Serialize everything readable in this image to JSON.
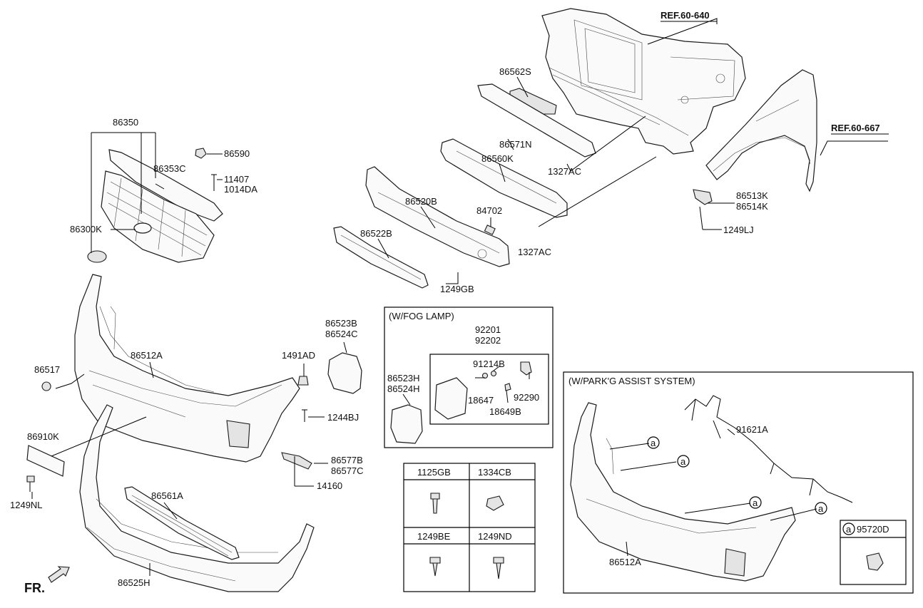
{
  "refs": {
    "radiator_support": "REF.60-640",
    "fender": "REF.60-667"
  },
  "labels": {
    "p86350": "86350",
    "p86353C": "86353C",
    "p86590": "86590",
    "p11407": "11407",
    "p1014DA": "1014DA",
    "p86300K": "86300K",
    "p86562S": "86562S",
    "p86571N": "86571N",
    "p86560K": "86560K",
    "p1327AC_a": "1327AC",
    "p1327AC_b": "1327AC",
    "p86520B": "86520B",
    "p84702": "84702",
    "p86522B": "86522B",
    "p1249GB": "1249GB",
    "p86513K": "86513K",
    "p86514K": "86514K",
    "p1249LJ": "1249LJ",
    "p86523B": "86523B",
    "p86524C": "86524C",
    "p1491AD": "1491AD",
    "p86517": "86517",
    "p86512A": "86512A",
    "p1244BJ": "1244BJ",
    "p86910K": "86910K",
    "p1249NL": "1249NL",
    "p86577B": "86577B",
    "p86577C": "86577C",
    "p14160": "14160",
    "p86561A": "86561A",
    "p86525H": "86525H",
    "front": "FR."
  },
  "fog_lamp": {
    "title": "(W/FOG LAMP)",
    "p92201": "92201",
    "p92202": "92202",
    "p91214B": "91214B",
    "p86523H": "86523H",
    "p86524H": "86524H",
    "p18647": "18647",
    "p92290": "92290",
    "p18649B": "18649B"
  },
  "hardware_table": {
    "cells": [
      "1125GB",
      "1334CB",
      "1249BE",
      "1249ND"
    ]
  },
  "park_assist": {
    "title": "(W/PARK'G ASSIST SYSTEM)",
    "p91621A": "91621A",
    "p86512A": "86512A",
    "marker": "a",
    "sensor_code": "95720D"
  }
}
